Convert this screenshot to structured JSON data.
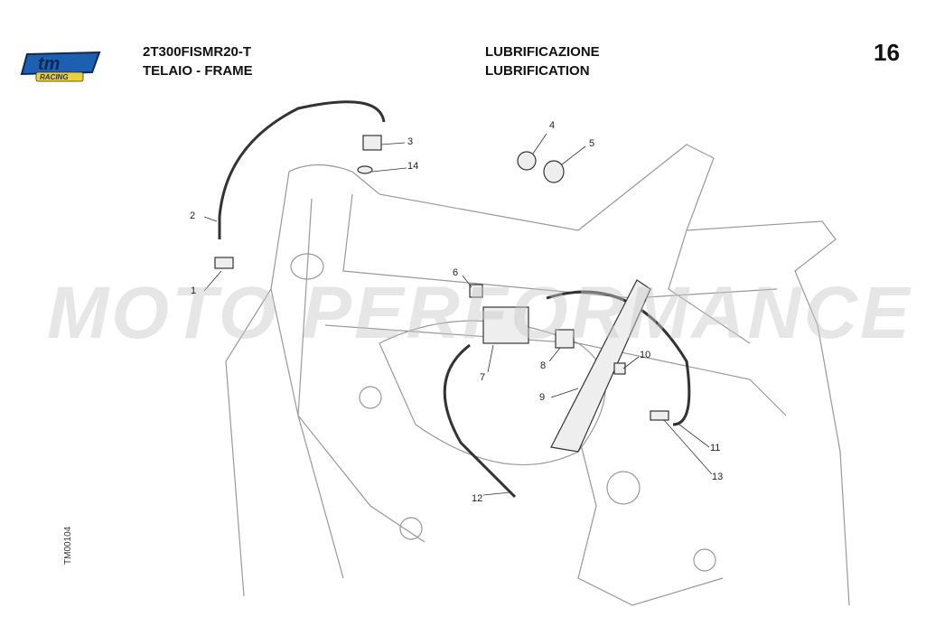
{
  "header": {
    "model_code": "2T300FISMR20-T",
    "section_it_en": "TELAIO - FRAME",
    "group_it": "LUBRIFICAZIONE",
    "group_en": "LUBRIFICATION",
    "page_number": "16"
  },
  "logo": {
    "text": "tm",
    "subtext": "RACING",
    "color": "#1d5fb0",
    "accent": "#e8d23a"
  },
  "drawing_reference": "TM00104",
  "watermark": "MOTO PERFORMANCE",
  "callouts": [
    "1",
    "2",
    "3",
    "4",
    "5",
    "6",
    "7",
    "8",
    "9",
    "10",
    "11",
    "12",
    "13",
    "14"
  ]
}
